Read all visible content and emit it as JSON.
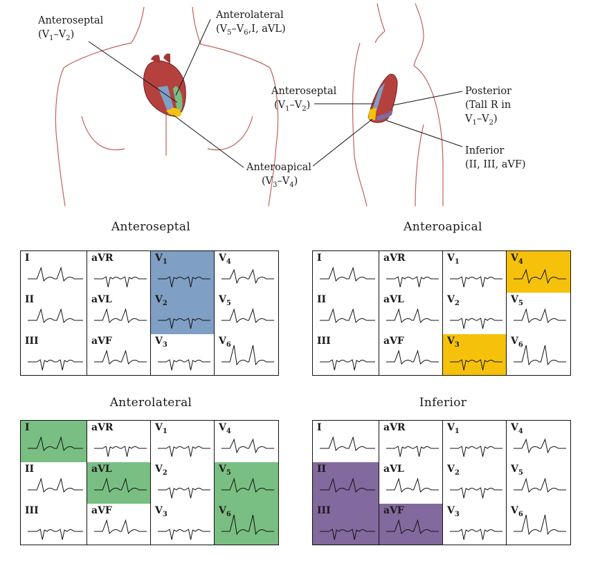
{
  "colors": {
    "anteroseptal": "#7f9fc4",
    "anteroapical": "#f5c10a",
    "anterolateral": "#79be82",
    "inferior": "#82699e",
    "heart": "#b5413f",
    "body_outline": "#c0605a"
  },
  "callouts": {
    "front_anteroseptal": {
      "line1": "Anteroseptal",
      "lead_a": "V",
      "sub_a": "1",
      "dash": "–",
      "lead_b": "V",
      "sub_b": "2"
    },
    "front_anterolateral": {
      "line1": "Anterolateral",
      "lead_a": "V",
      "sub_a": "5",
      "dash": "–",
      "lead_b": "V",
      "sub_b": "6",
      "rest": ",I, aVL"
    },
    "front_anteroapical": {
      "line1": "Anteroapical",
      "lead_a": "V",
      "sub_a": "3",
      "dash": "–",
      "lead_b": "V",
      "sub_b": "4"
    },
    "side_anteroseptal": {
      "line1": "Anteroseptal",
      "lead_a": "V",
      "sub_a": "1",
      "dash": "–",
      "lead_b": "V",
      "sub_b": "2"
    },
    "side_posterior": {
      "line1": "Posterior",
      "line2": "(Tall R in",
      "lead_a": "V",
      "sub_a": "1",
      "dash": "–",
      "lead_b": "V",
      "sub_b": "2"
    },
    "side_inferior": {
      "line1": "Inferior",
      "line2": "(II, III, aVF)"
    }
  },
  "leads": [
    {
      "name": "I",
      "sub": ""
    },
    {
      "name": "aVR",
      "sub": ""
    },
    {
      "name": "V",
      "sub": "1"
    },
    {
      "name": "V",
      "sub": "4"
    },
    {
      "name": "II",
      "sub": ""
    },
    {
      "name": "aVL",
      "sub": ""
    },
    {
      "name": "V",
      "sub": "2"
    },
    {
      "name": "V",
      "sub": "5"
    },
    {
      "name": "III",
      "sub": ""
    },
    {
      "name": "aVF",
      "sub": ""
    },
    {
      "name": "V",
      "sub": "3"
    },
    {
      "name": "V",
      "sub": "6"
    }
  ],
  "grids": [
    {
      "title": "Anteroseptal",
      "highlight_color": "anteroseptal",
      "highlighted": [
        2,
        6
      ]
    },
    {
      "title": "Anteroapical",
      "highlight_color": "anteroapical",
      "highlighted": [
        3,
        10
      ]
    },
    {
      "title": "Anterolateral",
      "highlight_color": "anterolateral",
      "highlighted": [
        0,
        5,
        7,
        11
      ]
    },
    {
      "title": "Inferior",
      "highlight_color": "inferior",
      "highlighted": [
        4,
        8,
        9
      ]
    }
  ]
}
